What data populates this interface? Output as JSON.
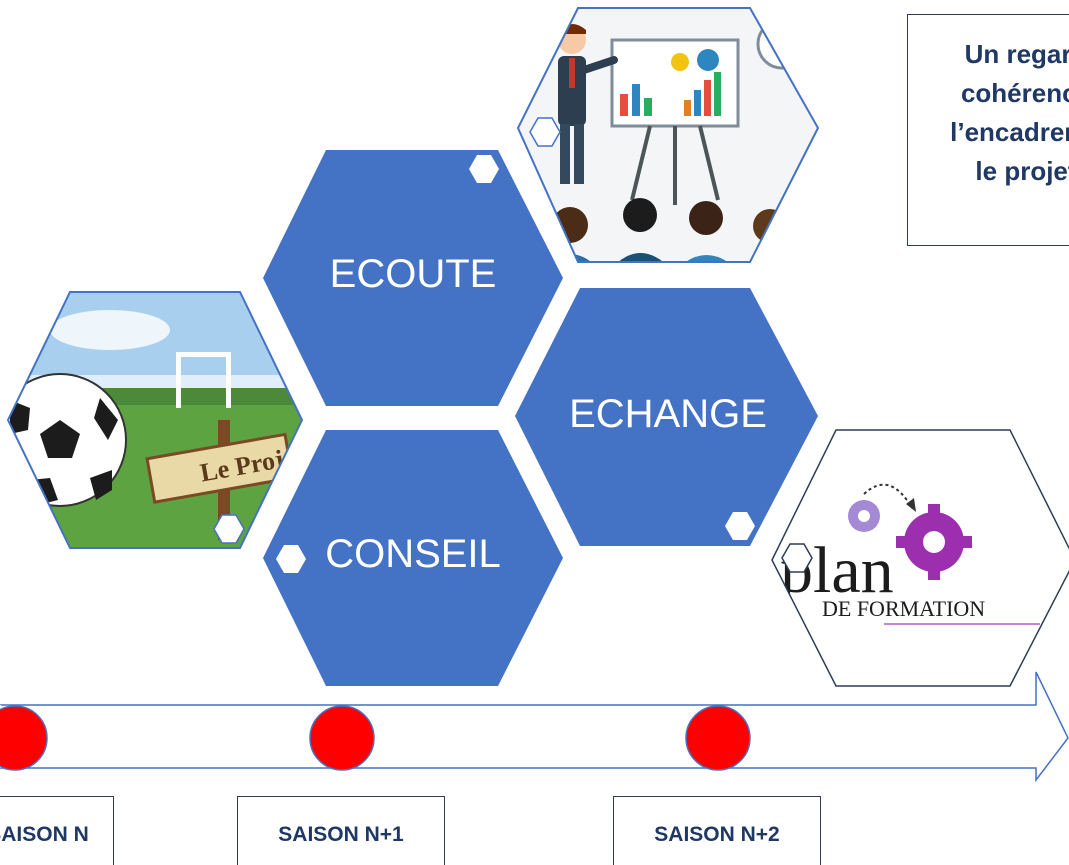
{
  "hexagons": {
    "ecoute": "ECOUTE",
    "echange": "ECHANGE",
    "conseil": "CONSEIL"
  },
  "images": {
    "project_sign": "Le Proj",
    "plan_main": "plan",
    "plan_sub": "DE FORMATION"
  },
  "info_box": {
    "lines": [
      "Un regard",
      "cohérence",
      "l’encadreme",
      "le projet"
    ]
  },
  "timeline": {
    "seasons": [
      "SAISON N",
      "SAISON N+1",
      "SAISON N+2"
    ]
  },
  "colors": {
    "hex_blue": "#4472c4",
    "milestone_red": "#ff0000",
    "outline": "#2f3d55"
  }
}
